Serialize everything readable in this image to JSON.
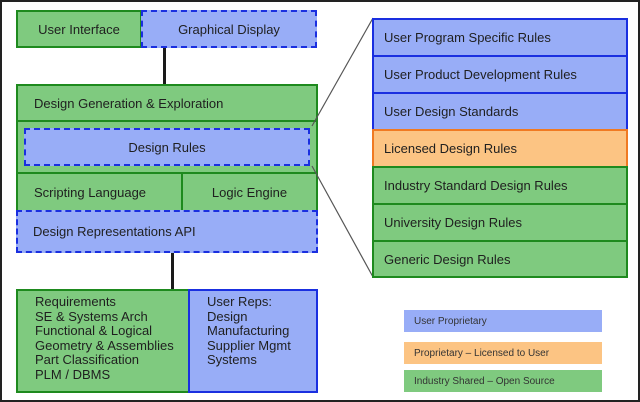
{
  "diagram": {
    "top_row": {
      "user_interface": "User Interface",
      "graphical_display": "Graphical Display"
    },
    "core_stack": {
      "design_generation": "Design Generation & Exploration",
      "design_rules": "Design Rules",
      "scripting_language": "Scripting Language",
      "logic_engine": "Logic Engine",
      "design_representations_api": "Design Representations API"
    },
    "bottom_row": {
      "shared_items": [
        "Requirements",
        "SE & Systems Arch",
        "Functional & Logical",
        "Geometry & Assemblies",
        "Part Classification",
        "PLM / DBMS"
      ],
      "user_reps": [
        "User Reps:",
        "Design",
        "Manufacturing",
        "Supplier Mgmt",
        "Systems"
      ]
    },
    "rules_breakdown": [
      {
        "label": "User Program Specific Rules",
        "category": "user-proprietary"
      },
      {
        "label": "User Product Development Rules",
        "category": "user-proprietary"
      },
      {
        "label": "User Design Standards",
        "category": "user-proprietary"
      },
      {
        "label": "Licensed Design Rules",
        "category": "licensed"
      },
      {
        "label": "Industry Standard Design Rules",
        "category": "open-source"
      },
      {
        "label": "University Design Rules",
        "category": "open-source"
      },
      {
        "label": "Generic Design Rules",
        "category": "open-source"
      }
    ],
    "legend": [
      {
        "label": "User Proprietary",
        "color": "#98adf7"
      },
      {
        "label": "Proprietary – Licensed to User",
        "color": "#fcc483"
      },
      {
        "label": "Industry Shared – Open Source",
        "color": "#7fca7f"
      }
    ],
    "colors": {
      "green_fill": "#7fca7f",
      "green_border": "#1e8a1e",
      "blue_fill": "#98adf7",
      "blue_border": "#1a2fe0",
      "orange_fill": "#fcc483",
      "orange_border": "#f07a22"
    }
  }
}
